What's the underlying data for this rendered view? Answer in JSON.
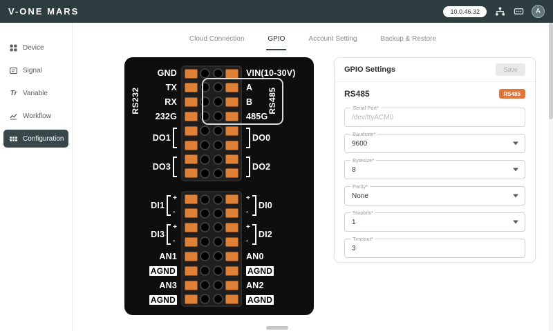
{
  "topbar": {
    "logo": "V-ONE MARS",
    "ip_address": "10.0.46.32",
    "avatar_initial": "A"
  },
  "sidebar": {
    "items": [
      {
        "label": "Device"
      },
      {
        "label": "Signal"
      },
      {
        "label": "Variable"
      },
      {
        "label": "Workflow"
      },
      {
        "label": "Configuration"
      }
    ]
  },
  "icon_glyphs": {
    "variable": "Tr"
  },
  "tabs": [
    {
      "label": "Cloud Connection"
    },
    {
      "label": "GPIO"
    },
    {
      "label": "Account Setting"
    },
    {
      "label": "Backup & Restore"
    }
  ],
  "active_tab": "GPIO",
  "diagram": {
    "rs232_group": "RS232",
    "rs485_group": "RS485",
    "plus": "+",
    "minus": "-",
    "top_rows": [
      {
        "left": "GND",
        "right": "VIN(10-30V)"
      },
      {
        "left": "TX",
        "right": "A"
      },
      {
        "left": "RX",
        "right": "B"
      },
      {
        "left": "232G",
        "right": "485G"
      },
      {
        "left": "DO1",
        "right": "DO0"
      },
      {
        "left": "DO3",
        "right": "DO2"
      }
    ],
    "bottom_rows": [
      {
        "left": "DI1",
        "right": "DI0"
      },
      {
        "left": "DI3",
        "right": "DI2"
      },
      {
        "left": "AN1",
        "right": "AN0"
      },
      {
        "left": "AGND",
        "right": "AGND"
      },
      {
        "left": "AN3",
        "right": "AN2"
      },
      {
        "left": "AGND",
        "right": "AGND"
      }
    ]
  },
  "settings": {
    "title": "GPIO Settings",
    "save_label": "Save",
    "section_title": "RS485",
    "section_badge": "RS485",
    "fields": [
      {
        "label": "Serial Port*",
        "value": "/dev/ttyACM0"
      },
      {
        "label": "Baudrate*",
        "value": "9600"
      },
      {
        "label": "Bytesize*",
        "value": "8"
      },
      {
        "label": "Parity*",
        "value": "None"
      },
      {
        "label": "Stopbits*",
        "value": "1"
      },
      {
        "label": "Timeout*",
        "value": "3"
      }
    ]
  },
  "colors": {
    "topbar_bg": "#2d3c3e",
    "accent_orange": "#e0763c",
    "active_item_bg": "#37474a"
  }
}
